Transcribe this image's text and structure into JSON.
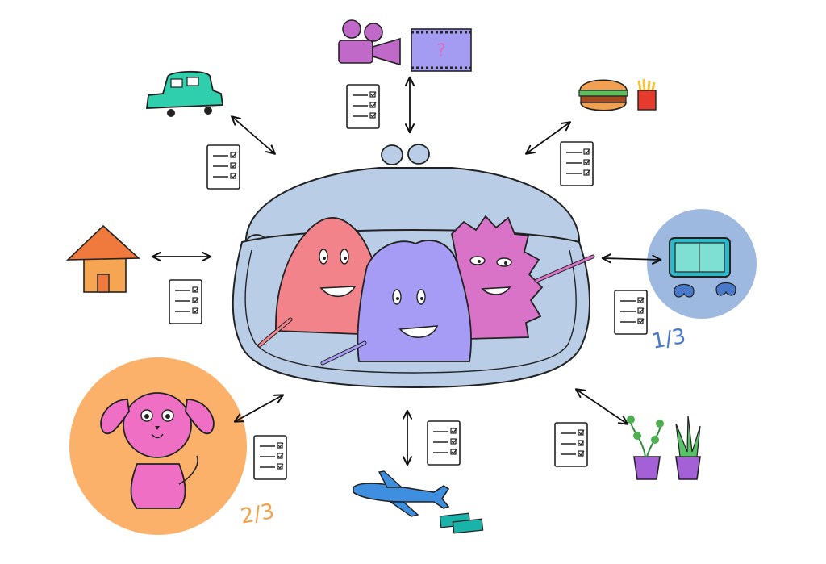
{
  "hub": {
    "icon": "coin-purse-icon",
    "color": "#b9cde6",
    "stroke": "#222222"
  },
  "fractions": {
    "games": "1/3",
    "pet": "2/3"
  },
  "film_screen_text": "?",
  "colors": {
    "games_circle": "#9db9e0",
    "pet_circle": "#fbb16a",
    "games_fraction": "#4a79c9",
    "pet_fraction": "#f2a24a",
    "car": "#2fcfad",
    "house_roof": "#f07a3d",
    "house_wall": "#f6a552",
    "dog": "#ee6fc3",
    "film_camera": "#c169c9",
    "film_screen": "#a39cf2",
    "plane": "#3f8fe0",
    "tickets": "#1ab3aa",
    "pot": "#a460d6",
    "plant": "#4caf50",
    "char_left": "#f2838b",
    "char_middle": "#a79cf5",
    "char_right": "#d973c8"
  },
  "categories": [
    {
      "id": "cinema",
      "icon": "film-camera-icon"
    },
    {
      "id": "food",
      "icon": "burger-fries-icon"
    },
    {
      "id": "games",
      "icon": "gaming-tablet-icon"
    },
    {
      "id": "plants",
      "icon": "potted-plants-icon"
    },
    {
      "id": "travel",
      "icon": "airplane-tickets-icon"
    },
    {
      "id": "pet",
      "icon": "dog-icon"
    },
    {
      "id": "housing",
      "icon": "house-icon"
    },
    {
      "id": "car",
      "icon": "car-icon"
    }
  ]
}
